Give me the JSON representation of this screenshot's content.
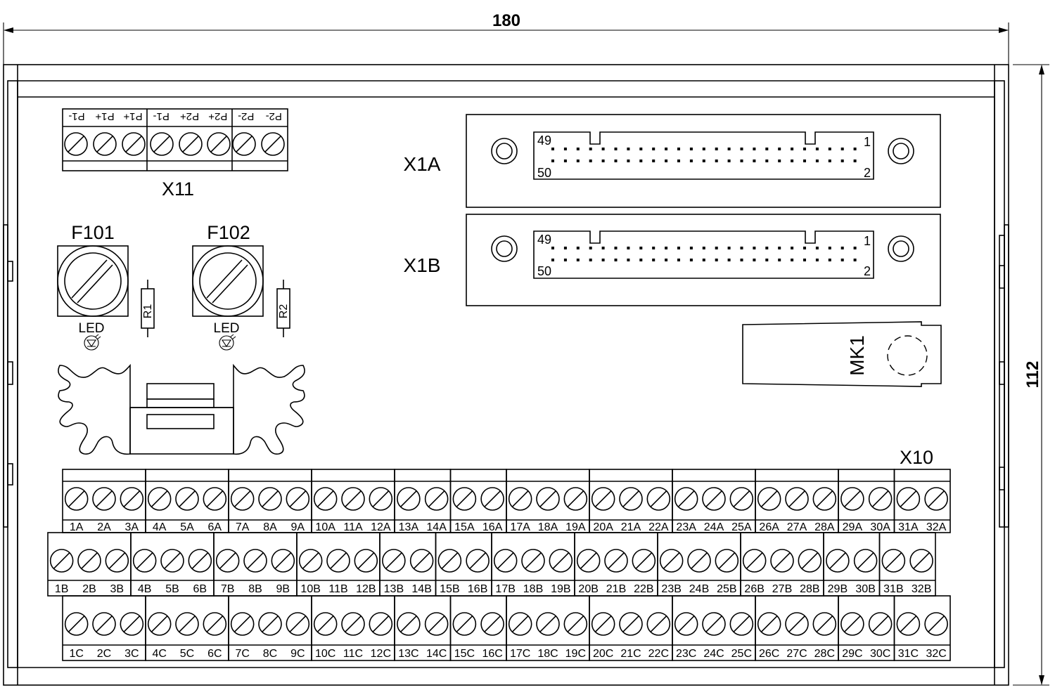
{
  "dimensions": {
    "width_label": "180",
    "height_label": "112"
  },
  "x11": {
    "label": "X11",
    "groups": [
      [
        "P1-",
        "P1+",
        "P1+"
      ],
      [
        "P1-",
        "P2+",
        "P2+"
      ],
      [
        "P2-",
        "P2-"
      ]
    ]
  },
  "fuses": [
    {
      "label": "F101",
      "resistor": "R1",
      "led": "LED"
    },
    {
      "label": "F102",
      "resistor": "R2",
      "led": "LED"
    }
  ],
  "connectors": [
    {
      "label": "X1A",
      "pin_tl": "49",
      "pin_bl": "50",
      "pin_tr": "1",
      "pin_br": "2"
    },
    {
      "label": "X1B",
      "pin_tl": "49",
      "pin_bl": "50",
      "pin_tr": "1",
      "pin_br": "2"
    }
  ],
  "mk1": {
    "label": "MK1"
  },
  "x10": {
    "label": "X10",
    "row_a": [
      [
        "1A",
        "2A",
        "3A"
      ],
      [
        "4A",
        "5A",
        "6A"
      ],
      [
        "7A",
        "8A",
        "9A"
      ],
      [
        "10A",
        "11A",
        "12A"
      ],
      [
        "13A",
        "14A"
      ],
      [
        "15A",
        "16A"
      ],
      [
        "17A",
        "18A",
        "19A"
      ],
      [
        "20A",
        "21A",
        "22A"
      ],
      [
        "23A",
        "24A",
        "25A"
      ],
      [
        "26A",
        "27A",
        "28A"
      ],
      [
        "29A",
        "30A"
      ],
      [
        "31A",
        "32A"
      ]
    ],
    "row_b": [
      [
        "1B",
        "2B",
        "3B"
      ],
      [
        "4B",
        "5B",
        "6B"
      ],
      [
        "7B",
        "8B",
        "9B"
      ],
      [
        "10B",
        "11B",
        "12B"
      ],
      [
        "13B",
        "14B"
      ],
      [
        "15B",
        "16B"
      ],
      [
        "17B",
        "18B",
        "19B"
      ],
      [
        "20B",
        "21B",
        "22B"
      ],
      [
        "23B",
        "24B",
        "25B"
      ],
      [
        "26B",
        "27B",
        "28B"
      ],
      [
        "29B",
        "30B"
      ],
      [
        "31B",
        "32B"
      ]
    ],
    "row_c": [
      [
        "1C",
        "2C",
        "3C"
      ],
      [
        "4C",
        "5C",
        "6C"
      ],
      [
        "7C",
        "8C",
        "9C"
      ],
      [
        "10C",
        "11C",
        "12C"
      ],
      [
        "13C",
        "14C"
      ],
      [
        "15C",
        "16C"
      ],
      [
        "17C",
        "18C",
        "19C"
      ],
      [
        "20C",
        "21C",
        "22C"
      ],
      [
        "23C",
        "24C",
        "25C"
      ],
      [
        "26C",
        "27C",
        "28C"
      ],
      [
        "29C",
        "30C"
      ],
      [
        "31C",
        "32C"
      ]
    ]
  }
}
